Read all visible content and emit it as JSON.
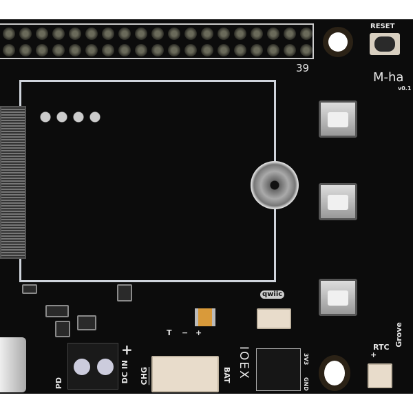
{
  "labels": {
    "reset": "RESET",
    "pin_number": "39",
    "board_name": "M-ha",
    "version": "v0.1",
    "qwiic": "qwiic",
    "bat_pins": [
      "T",
      "−",
      "+"
    ],
    "bat": "BAT",
    "dc_in": "DC IN",
    "plus": "+",
    "chg": "CHG",
    "pd": "PD",
    "ioex": "IOEX",
    "v3v3": "3V3",
    "gnd": "GND",
    "rtc": "RTC",
    "rtc_plus": "+",
    "grove": "Grove"
  },
  "colors": {
    "pcb": "#0c0c0c",
    "silkscreen": "#e6e6e6",
    "connector": "#e8dccb",
    "tantalum": "#d99a3a"
  }
}
